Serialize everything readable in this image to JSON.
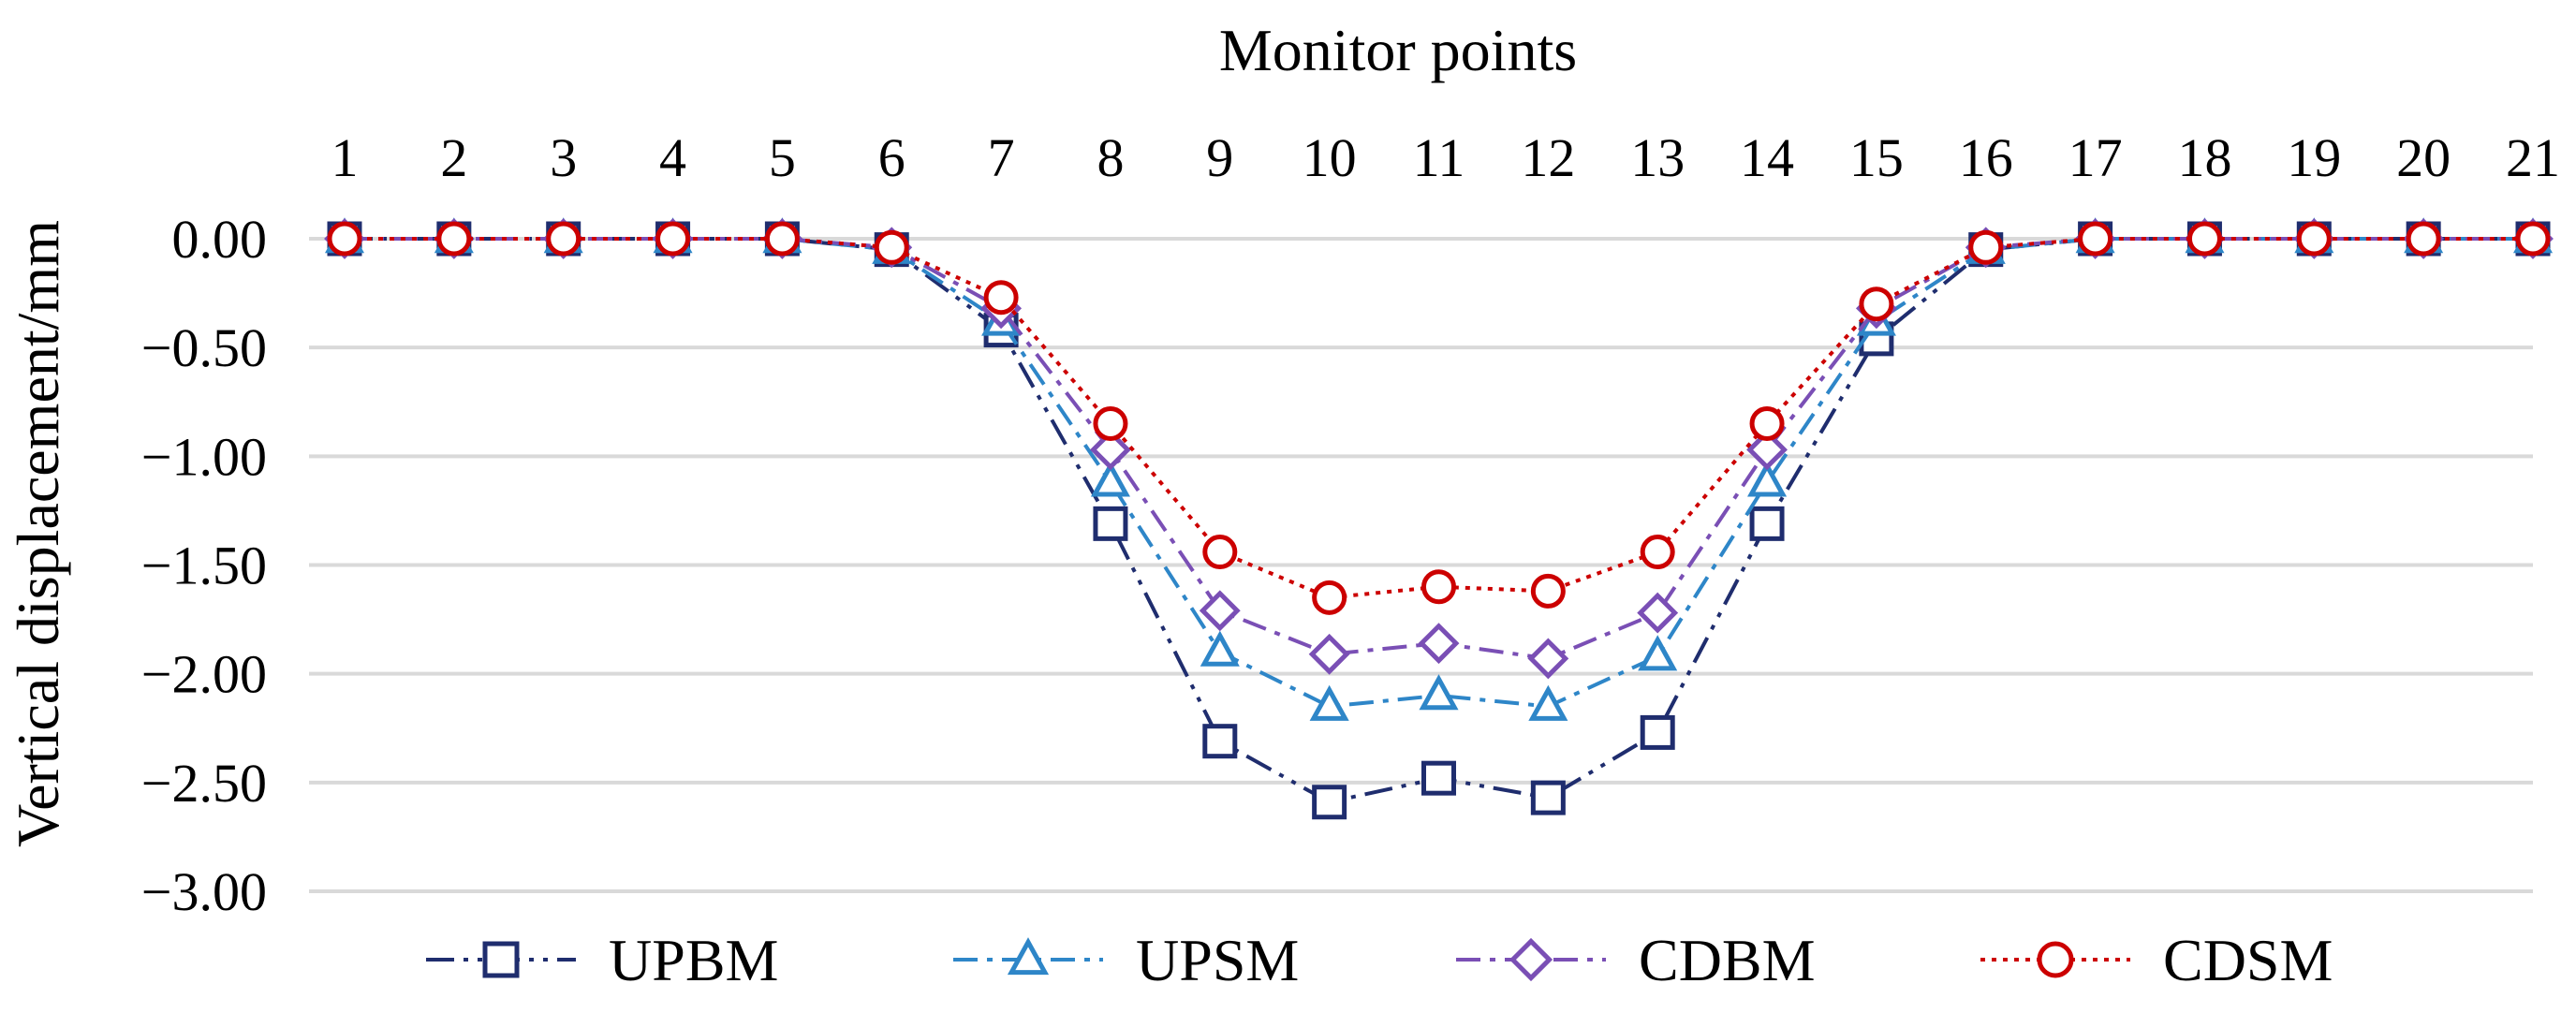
{
  "chart_data": {
    "type": "line",
    "title": "Monitor points",
    "xlabel": "Monitor points",
    "ylabel": "Vertical displacement/mm",
    "x": [
      1,
      2,
      3,
      4,
      5,
      6,
      7,
      8,
      9,
      10,
      11,
      12,
      13,
      14,
      15,
      16,
      17,
      18,
      19,
      20,
      21
    ],
    "ylim": [
      -3.0,
      0.0
    ],
    "yticks": [
      "0.00",
      "−0.50",
      "−1.00",
      "−1.50",
      "−2.00",
      "−2.50",
      "−3.00"
    ],
    "grid": true,
    "x_axis_position": "top",
    "legend_position": "bottom",
    "series": [
      {
        "name": "UPBM",
        "color": "#1f2d6e",
        "marker": "square",
        "dash": "dash-dot-dot",
        "values": [
          0,
          0,
          0,
          0,
          0,
          -0.05,
          -0.42,
          -1.31,
          -2.31,
          -2.59,
          -2.48,
          -2.57,
          -2.27,
          -1.31,
          -0.46,
          -0.05,
          0,
          0,
          0,
          0,
          0
        ]
      },
      {
        "name": "UPSM",
        "color": "#2e86c8",
        "marker": "triangle",
        "dash": "dash-dot",
        "values": [
          0,
          0,
          0,
          0,
          0,
          -0.05,
          -0.38,
          -1.12,
          -1.9,
          -2.15,
          -2.1,
          -2.15,
          -1.92,
          -1.12,
          -0.38,
          -0.05,
          0,
          0,
          0,
          0,
          0
        ]
      },
      {
        "name": "CDBM",
        "color": "#7a4fb5",
        "marker": "diamond",
        "dash": "dash-dot",
        "values": [
          0,
          0,
          0,
          0,
          0,
          -0.04,
          -0.32,
          -0.97,
          -1.71,
          -1.91,
          -1.86,
          -1.93,
          -1.72,
          -0.97,
          -0.32,
          -0.04,
          0,
          0,
          0,
          0,
          0
        ]
      },
      {
        "name": "CDSM",
        "color": "#cc0000",
        "marker": "circle",
        "dash": "dotted",
        "values": [
          0,
          0,
          0,
          0,
          0,
          -0.04,
          -0.27,
          -0.85,
          -1.44,
          -1.65,
          -1.6,
          -1.62,
          -1.44,
          -0.85,
          -0.3,
          -0.04,
          0,
          0,
          0,
          0,
          0
        ]
      }
    ]
  }
}
